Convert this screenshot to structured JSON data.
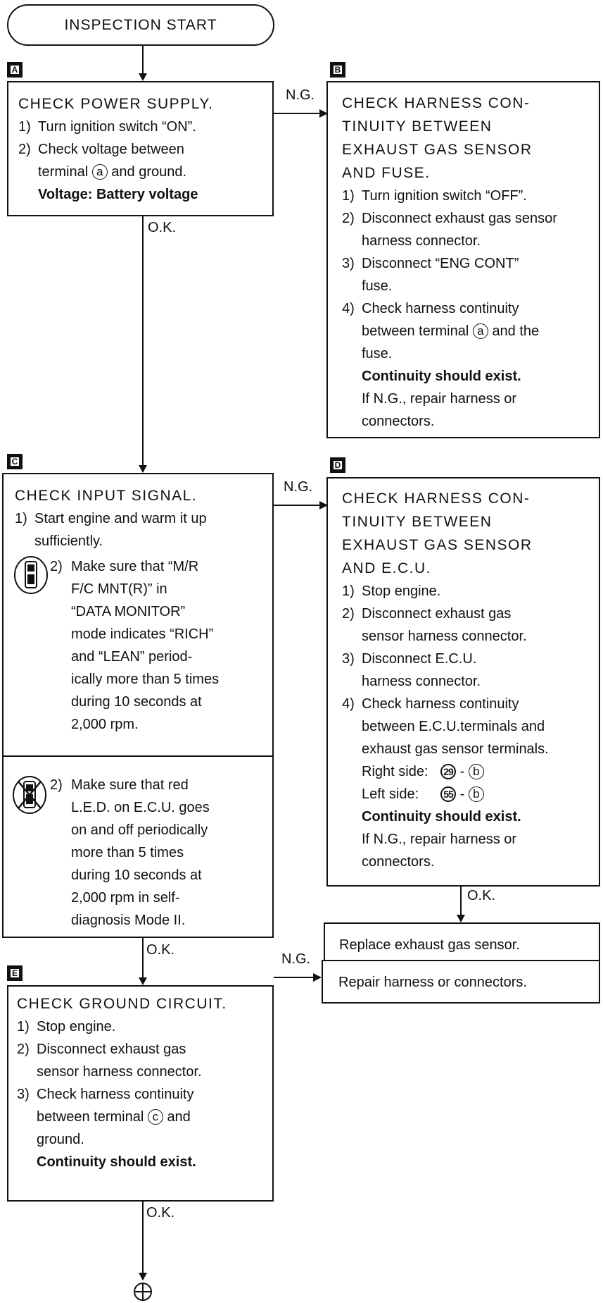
{
  "start": "INSPECTION START",
  "step_a": {
    "badge": "A",
    "title": "CHECK POWER SUPPLY.",
    "s1_num": "1)",
    "s1": "Turn ignition switch “ON”.",
    "s2_num": "2)",
    "s2a": "Check voltage between",
    "s2b_pre": "terminal",
    "s2b_term": "a",
    "s2b_post": "and ground.",
    "spec": "Voltage:  Battery voltage"
  },
  "step_b": {
    "badge": "B",
    "t1": "CHECK HARNESS CON-",
    "t2": "TINUITY BETWEEN",
    "t3": "EXHAUST GAS SENSOR",
    "t4": "AND FUSE.",
    "s1_num": "1)",
    "s1": "Turn ignition switch “OFF”.",
    "s2_num": "2)",
    "s2a": "Disconnect exhaust gas sensor",
    "s2b": "harness connector.",
    "s3_num": "3)",
    "s3a": "Disconnect “ENG CONT”",
    "s3b": "fuse.",
    "s4_num": "4)",
    "s4a": "Check harness continuity",
    "s4b_pre": "between terminal",
    "s4b_term": "a",
    "s4b_post": "and the",
    "s4c": "fuse.",
    "spec": "Continuity should exist.",
    "ng1": "If N.G., repair harness or",
    "ng2": "connectors."
  },
  "step_c": {
    "badge": "C",
    "title": "CHECK INPUT SIGNAL.",
    "s1_num": "1)",
    "s1a": "Start engine and warm it up",
    "s1b": "sufficiently.",
    "tool_num": "2)",
    "tool": [
      "Make sure that “M/R",
      "F/C MNT(R)” in",
      "“DATA MONITOR”",
      "mode indicates “RICH”",
      "and “LEAN” period-",
      "ically more than 5 times",
      "during 10 seconds at",
      "2,000 rpm."
    ],
    "notool_num": "2)",
    "notool": [
      "Make sure that red",
      "L.E.D. on E.C.U. goes",
      "on and off periodically",
      "more than 5 times",
      "during 10 seconds at",
      "2,000 rpm in self-",
      "diagnosis Mode II."
    ]
  },
  "step_d": {
    "badge": "D",
    "t1": "CHECK HARNESS CON-",
    "t2": "TINUITY BETWEEN",
    "t3": "EXHAUST GAS SENSOR",
    "t4": "AND E.C.U.",
    "s1_num": "1)",
    "s1": "Stop engine.",
    "s2_num": "2)",
    "s2a": "Disconnect exhaust gas",
    "s2b": "sensor harness connector.",
    "s3_num": "3)",
    "s3a": "Disconnect E.C.U.",
    "s3b": "harness connector.",
    "s4_num": "4)",
    "s4a": "Check harness continuity",
    "s4b": "between E.C.U.terminals and",
    "s4c": "exhaust gas sensor terminals.",
    "right_label": "Right side:",
    "right_ecu": "29",
    "right_sensor": "b",
    "left_label": "Left side:",
    "left_ecu": "55",
    "left_sensor": "b",
    "dash": "-",
    "spec": "Continuity should exist.",
    "ng1": "If N.G., repair harness or",
    "ng2": "connectors."
  },
  "replace": "Replace exhaust gas sensor.",
  "step_e": {
    "badge": "E",
    "title": "CHECK GROUND CIRCUIT.",
    "s1_num": "1)",
    "s1": "Stop engine.",
    "s2_num": "2)",
    "s2a": "Disconnect exhaust gas",
    "s2b": "sensor harness connector.",
    "s3_num": "3)",
    "s3a": "Check harness continuity",
    "s3b_pre": "between terminal",
    "s3b_term": "c",
    "s3b_post": "and",
    "s3c": "ground.",
    "spec": "Continuity should exist."
  },
  "repair": "Repair harness or connectors.",
  "labels": {
    "ng": "N.G.",
    "ok": "O.K."
  },
  "icons": [
    "consult-tool-icon",
    "no-consult-tool-icon",
    "continue-connector-icon"
  ]
}
